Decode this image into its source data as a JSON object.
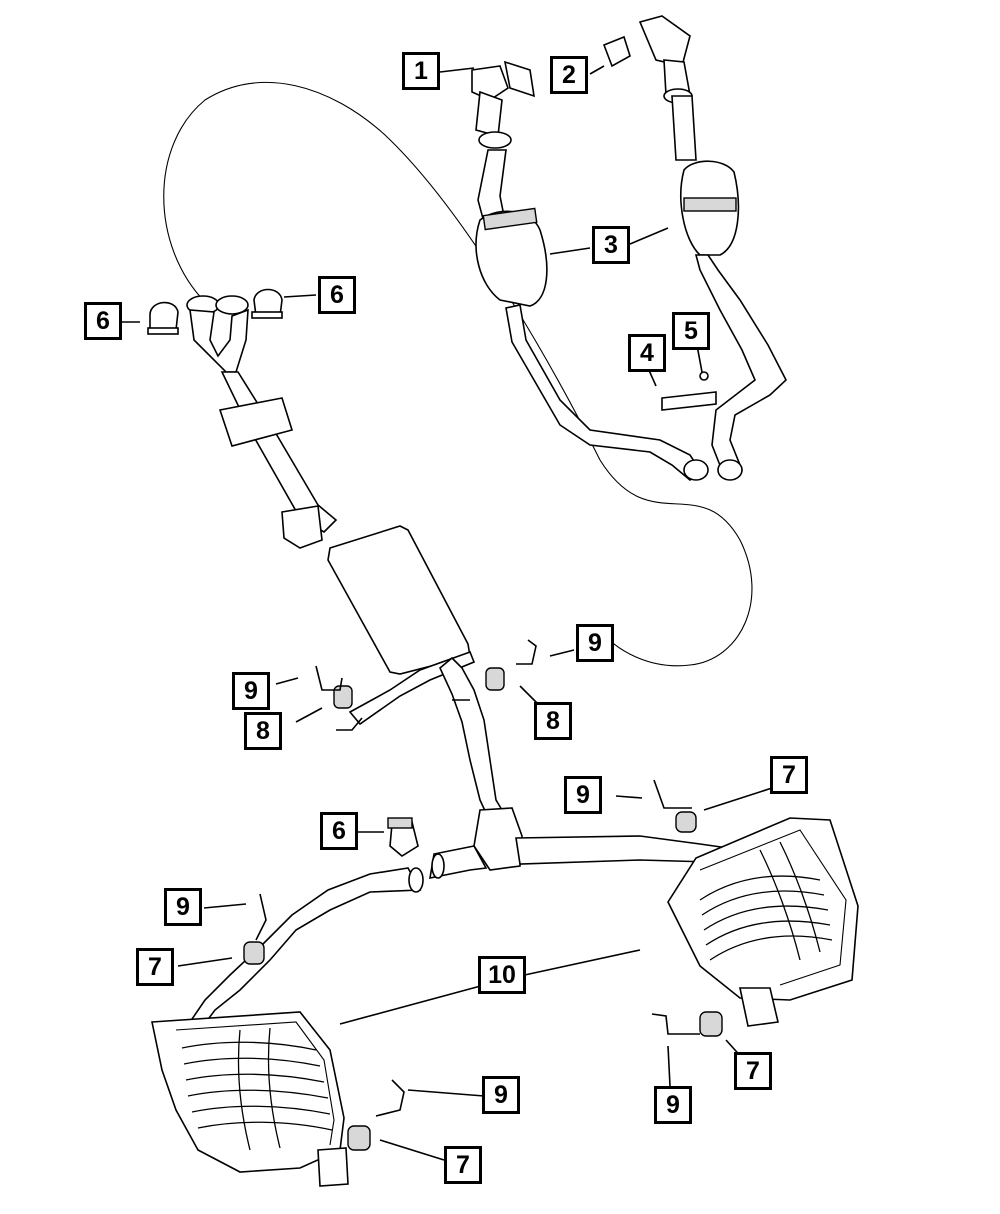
{
  "callouts": {
    "c1": "1",
    "c2": "2",
    "c3": "3",
    "c4": "4",
    "c5": "5",
    "c6a": "6",
    "c6b": "6",
    "c6c": "6",
    "c9a": "9",
    "c9b": "9",
    "c8a": "8",
    "c8b": "8",
    "c9c": "9",
    "c7a": "7",
    "c9d": "9",
    "c7b": "7",
    "c10": "10",
    "c7c": "7",
    "c9e": "9",
    "c9f": "9",
    "c7d": "7"
  }
}
